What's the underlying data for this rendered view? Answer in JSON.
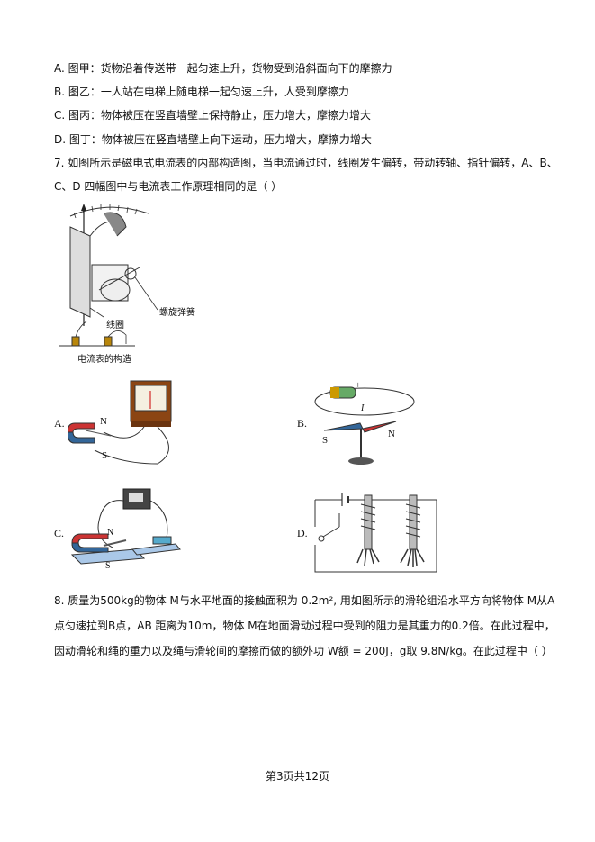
{
  "options_q6": [
    "A. 图甲：货物沿着传送带一起匀速上升，货物受到沿斜面向下的摩擦力",
    "B. 图乙：一人站在电梯上随电梯一起匀速上升，人受到摩擦力",
    "C. 图丙：物体被压在竖直墙壁上保持静止，压力增大，摩擦力增大",
    "D. 图丁：物体被压在竖直墙壁上向下运动，压力增大，摩擦力增大"
  ],
  "q7": {
    "line1": "7. 如图所示是磁电式电流表的内部构造图，当电流通过时，线圈发生偏转，带动转轴、指针偏转，A、B、",
    "line2": "C、D 四幅图中与电流表工作原理相同的是（      ）",
    "figure_labels": {
      "spring": "螺旋弹簧",
      "coil": "线圈",
      "caption": "电流表的构造"
    },
    "choices": {
      "a": "A.",
      "b": "B.",
      "c": "C.",
      "d": "D."
    },
    "magnet_labels": {
      "n": "N",
      "s": "S",
      "current": "I",
      "plus": "+"
    }
  },
  "q8": {
    "line1": "8. 质量为500kg的物体 M与水平地面的接触面积为 0.2m², 用如图所示的滑轮组沿水平方向将物体 M从A",
    "line2": "点匀速拉到B点，AB 距离为10m，物体 M在地面滑动过程中受到的阻力是其重力的0.2倍。在此过程中，",
    "line3": "因动滑轮和绳的重力以及绳与滑轮间的摩擦而做的额外功 W额 = 200J，g取 9.8N/kg。在此过程中（      ）"
  },
  "footer": "第3页共12页"
}
